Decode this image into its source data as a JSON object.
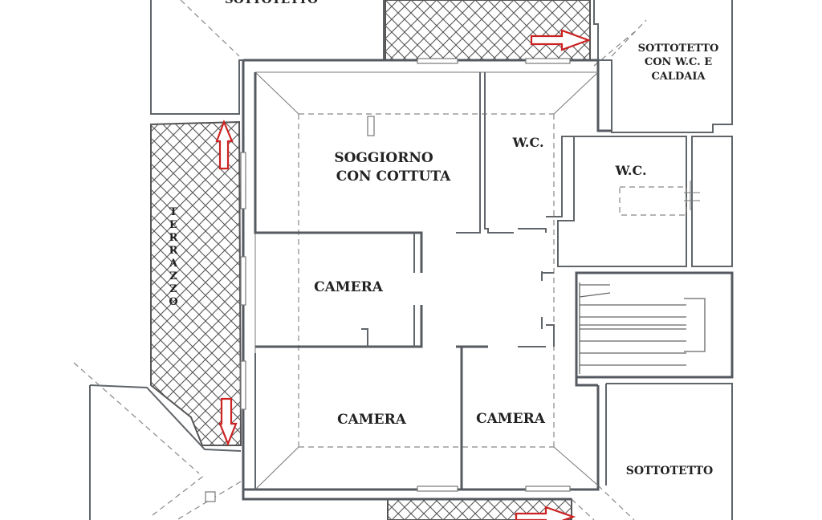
{
  "labels": {
    "sottotetto_top": "SOTTOTETTO",
    "sottotetto_wc_line1": "SOTTOTETTO",
    "sottotetto_wc_line2": "CON W.C. E",
    "sottotetto_wc_line3": "CALDAIA",
    "soggiorno_line1": "SOGGIORNO",
    "soggiorno_line2": "CON COTTUTA",
    "wc_1": "W.C.",
    "wc_2": "W.C.",
    "camera_1": "CAMERA",
    "camera_2": "CAMERA",
    "camera_3": "CAMERA",
    "sottotetto_bottom": "SOTTOTETTO",
    "terrazzo": [
      "T",
      "E",
      "R",
      "R",
      "A",
      "Z",
      "Z",
      "O"
    ]
  },
  "colors": {
    "walls": "#555a60",
    "arrows": "#cc2222",
    "hatch": "#555555",
    "text": "#222222"
  },
  "icons": [
    "arrow-right-icon",
    "arrow-up-icon",
    "arrow-down-icon"
  ]
}
